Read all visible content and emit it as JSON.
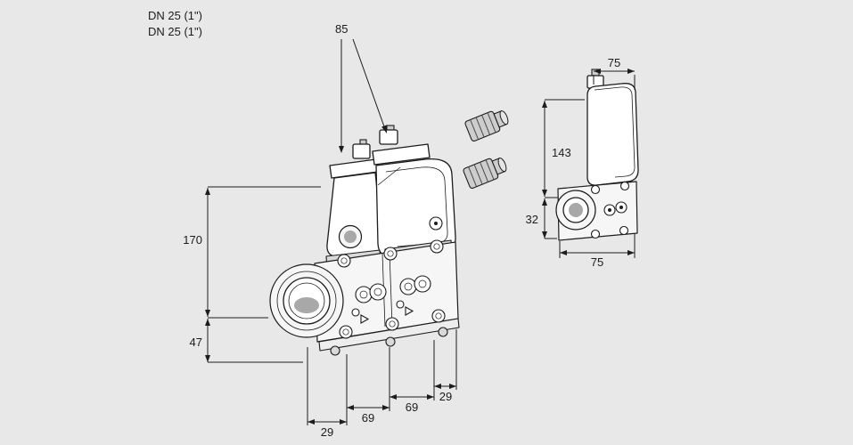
{
  "labels": {
    "dn_line1": "DN 25 (1\")",
    "dn_line2": "DN 25 (1\")"
  },
  "dimensions": {
    "main": {
      "actuator_spacing": "85",
      "height": "170",
      "lower_height": "47",
      "bottom_offsets": [
        "29",
        "69",
        "69",
        "29"
      ]
    },
    "side": {
      "top_width": "75",
      "height": "143",
      "lower_height": "32",
      "width": "75"
    }
  },
  "colors": {
    "background": "#e8e8e8",
    "line": "#1c1c1c",
    "fill": "#ffffff",
    "shade": "#d9d9d9"
  }
}
